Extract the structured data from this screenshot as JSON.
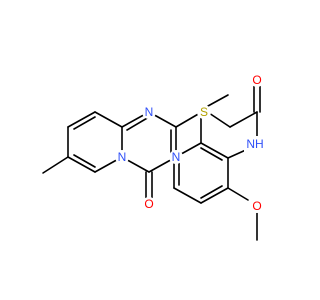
{
  "atoms": {
    "o_top": {
      "text": "O",
      "color": "#ff0000"
    },
    "o_bottom": {
      "text": "O",
      "color": "#ff0000"
    },
    "o_amide": {
      "text": "O",
      "color": "#ff0000"
    },
    "o_ring": {
      "text": "O",
      "color": "#ff0000"
    },
    "s": {
      "text": "S",
      "color": "#b2a100"
    },
    "nh": {
      "text": "NH",
      "color": "#3050f8"
    },
    "n1": {
      "text": "N",
      "color": "#3050f8"
    },
    "n2": {
      "text": "N",
      "color": "#3050f8"
    },
    "n3": {
      "text": "N",
      "color": "#3050f8"
    },
    "n4": {
      "text": "N",
      "color": "#3050f8"
    }
  }
}
